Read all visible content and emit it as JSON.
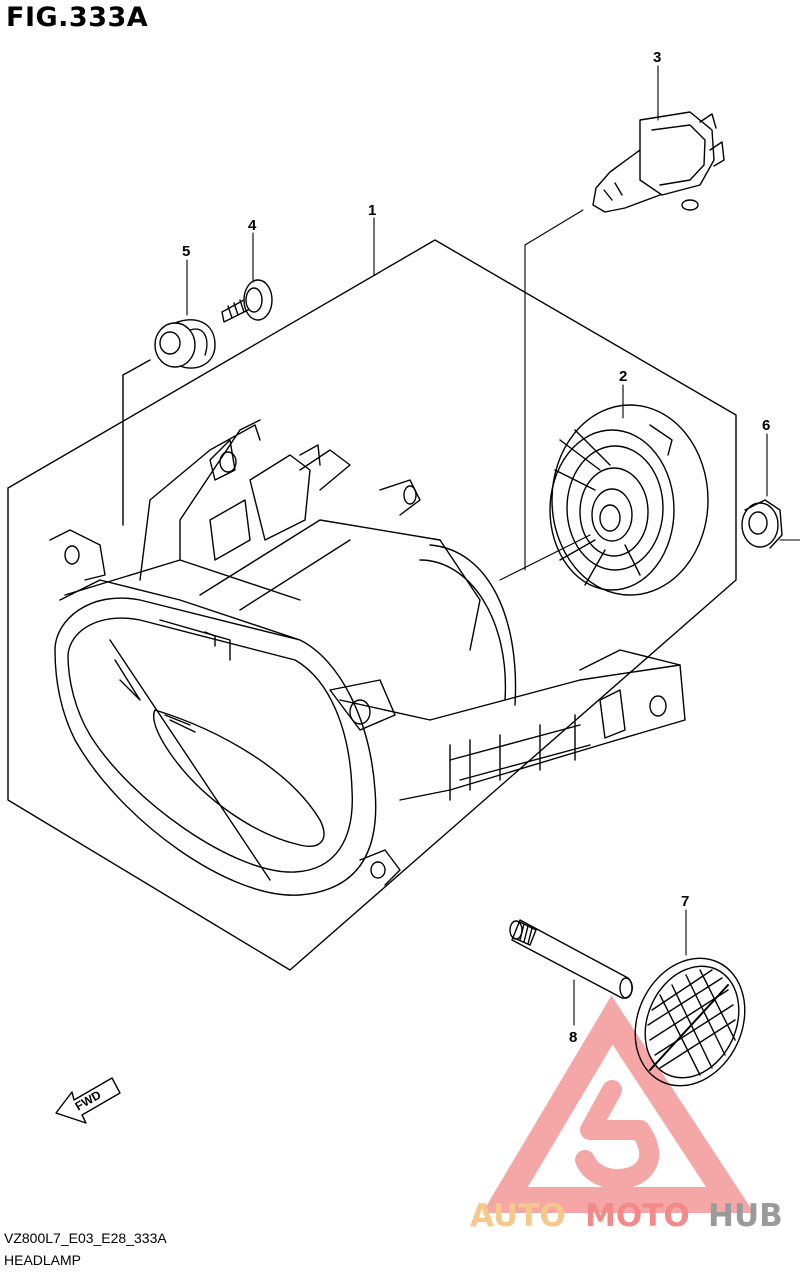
{
  "figure": {
    "title": "FIG.333A",
    "code": "VZ800L7_E03_E28_333A",
    "name": "HEADLAMP"
  },
  "callouts": [
    "1",
    "2",
    "3",
    "4",
    "5",
    "6",
    "7",
    "8"
  ],
  "direction_arrow": {
    "label": "FWD"
  },
  "watermark": {
    "part1": "AUTO",
    "part2": "MOTO",
    "part3": "HUB",
    "color_auto": "#f6c88a",
    "color_moto": "#f28a8a",
    "color_hub": "#9a9a9a"
  },
  "parts_shown": [
    "headlamp-unit",
    "bulb-socket-cover",
    "bulb",
    "screw",
    "grommet",
    "cushion",
    "reflector",
    "shaft"
  ]
}
